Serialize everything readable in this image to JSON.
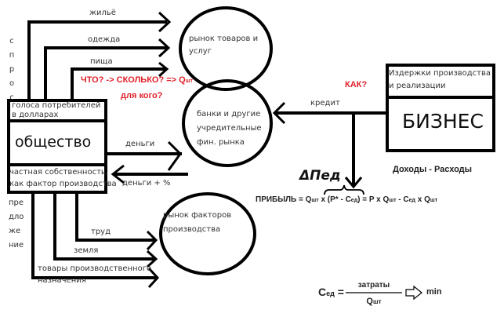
{
  "society": {
    "top_label": "голоса потребителей в долларах",
    "title": "общество",
    "bottom_label": "частная собственность, как фактор производства"
  },
  "demand_label_letters": [
    "с",
    "п",
    "р",
    "о",
    "с"
  ],
  "supply_label_lines": [
    "пре",
    "дло",
    "же",
    "ние"
  ],
  "goods_flows": [
    "жильё",
    "одежда",
    "пища"
  ],
  "goods_market": "рынок товаров и услуг",
  "questions": {
    "what_how_much": "ЧТО? -> СКОЛЬКО? => Q",
    "what_how_much_sub": "шт",
    "for_whom": "для кого?",
    "how": "КАК?"
  },
  "finance": {
    "money_out": "деньги",
    "money_back": "деньги + %",
    "market": "банки и другие учредительные фин. рынка",
    "credit": "кредит"
  },
  "business": {
    "top_label": "Издержки производства и реализации",
    "title": "БИЗНЕС",
    "income_expense": "Доходы - Расходы"
  },
  "factor_flows": [
    "труд",
    "земля",
    "товары производственного назначения"
  ],
  "factor_market": "рынок факторов производства",
  "profit": {
    "annotation": "ΔПед",
    "formula_prefix": "ПРИБЫЛЬ = Q",
    "sub_qty": "шт",
    "mid1": " x (P* - C",
    "sub_unit": "ед",
    "mid2": ") = P x Q",
    "mid3": " - C",
    "mid4": " x Q"
  },
  "unit_cost": {
    "lhs": "C",
    "lhs_sub": "ед",
    "equals": "=",
    "numerator": "затраты",
    "denominator": "Q",
    "denominator_sub": "шт",
    "target": "min"
  },
  "colors": {
    "line": "#000000",
    "accent_red": "#e0202a"
  }
}
